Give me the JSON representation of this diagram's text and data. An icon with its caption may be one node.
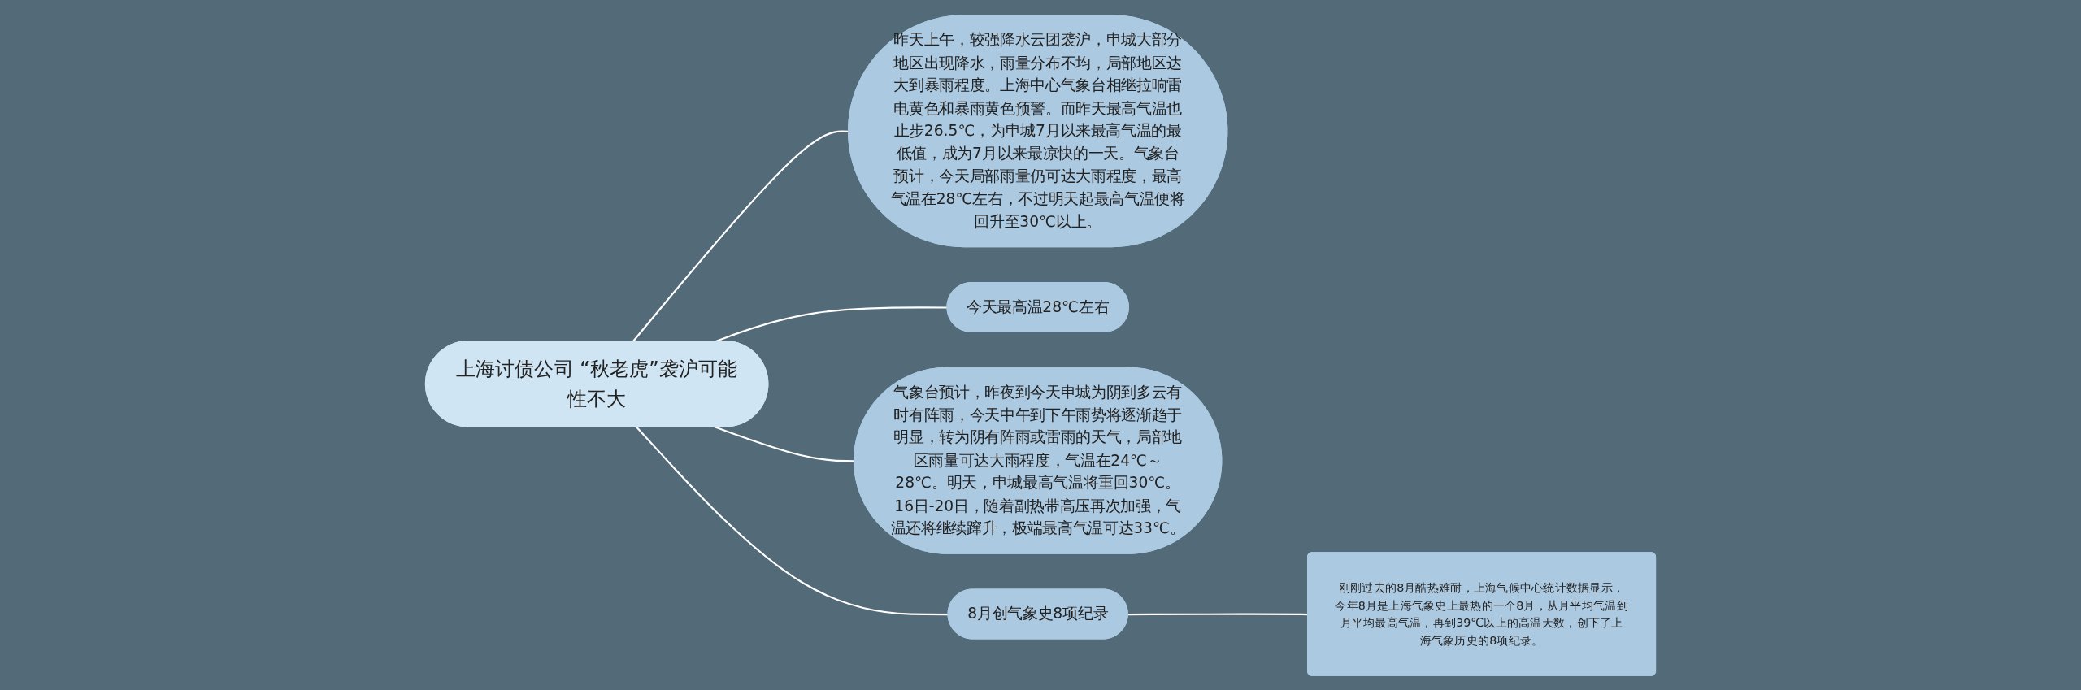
{
  "diagram": {
    "nodes": [
      {
        "text": [
          "上海讨债公司 “秋老虎”袭沪可能性不大"
        ]
      },
      {
        "text": [
          "昨天上午，较强降水云团袭沪，申城大部分地区出现降水，雨量分布不均，局部地区达大到暴雨程度。上海中心气象台相继拉响雷电黄色和暴雨黄色预警。而昨天最高气温也止步26.5℃，为申城7月以来最高气温的最低值，成为7月以来最凉快的一天。气象台预计，今天局部雨量仍可达大雨程度，最高气温在28℃左右，不过明天起最高气温便将回升至30℃以上。"
        ]
      },
      {
        "text": [
          "今天最高温28℃左右"
        ]
      },
      {
        "text": [
          "气象台预计，昨夜到今天申城为阴到多云有时有阵雨，今天中午到下午雨势将逐渐趋于明显，转为阴有阵雨或雷雨的天气，局部地区雨量可达大雨程度，气温在24℃～28℃。明天，申城最高气温将重回30℃。16日-20日，随着副热带高压再次加强，气温还将继续蹿升，极端最高气温可达33℃。"
        ]
      },
      {
        "text": [
          "8月创气象史8项纪录"
        ]
      },
      {
        "text": [
          "刚刚过去的8月酷热难耐，上海气候中心统计数据显示，今年8月是上海气象史上最热的一个8月，从月平均气温到月平均最高气温，再到39℃以上的高温天数，创下了上海气象历史的8项纪录。"
        ]
      }
    ],
    "edges": [
      {
        "from": 0,
        "to": 1,
        "arrow": "none"
      },
      {
        "from": 0,
        "to": 2,
        "arrow": "none"
      },
      {
        "from": 0,
        "to": 3,
        "arrow": "none"
      },
      {
        "from": 0,
        "to": 4,
        "arrow": "none"
      },
      {
        "from": 4,
        "to": 5,
        "arrow": "none"
      }
    ]
  }
}
